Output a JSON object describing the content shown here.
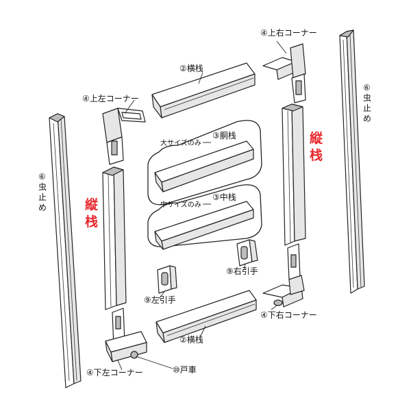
{
  "colors": {
    "accent_red": "#e8252a",
    "line": "#222222",
    "shade": "#e6e6e6"
  },
  "labels": {
    "upper_right_corner": "④上右コーナー",
    "upper_left_corner": "④上左コーナー",
    "lower_right_corner": "④下右コーナー",
    "lower_left_corner": "④下左コーナー",
    "top_rail": "②横栈",
    "bottom_rail": "②横栈",
    "mid_rail_large": "③胴栈",
    "mid_rail_medium": "③中栈",
    "large_size_only": "大サイズのみ",
    "medium_size_only": "中サイズのみ",
    "right_handle": "⑨右引手",
    "left_handle": "⑨左引手",
    "door_roller": "⑩戸車",
    "insect_stop_left": [
      "⑥",
      "虫",
      "止",
      "め"
    ],
    "insect_stop_right": [
      "⑥",
      "虫",
      "止",
      "め"
    ],
    "vertical_frame_left": [
      "縦",
      "栈"
    ],
    "vertical_frame_right": [
      "縦",
      "栈"
    ]
  }
}
